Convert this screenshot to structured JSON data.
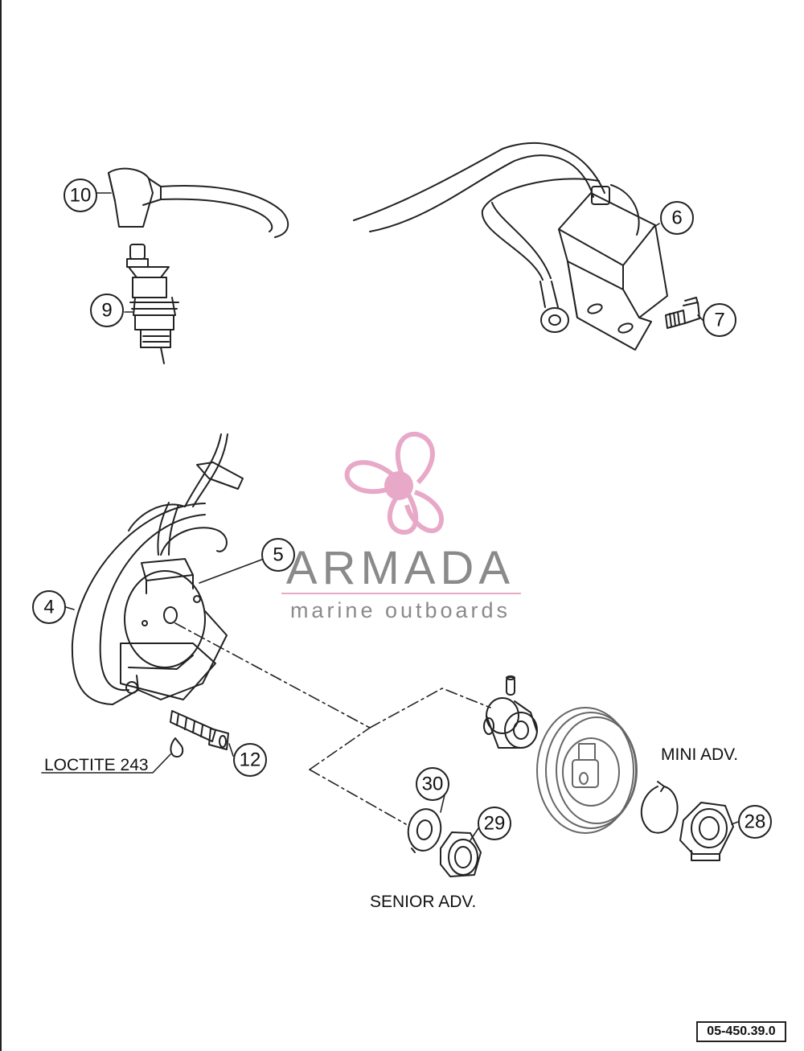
{
  "callouts": [
    {
      "id": "10",
      "part": "spark-plug-cap"
    },
    {
      "id": "9",
      "part": "spark-plug"
    },
    {
      "id": "6",
      "part": "ignition-coil"
    },
    {
      "id": "7",
      "part": "coil-screw"
    },
    {
      "id": "5",
      "part": "stator-coil"
    },
    {
      "id": "4",
      "part": "stator-plate"
    },
    {
      "id": "12",
      "part": "stator-screw"
    },
    {
      "id": "30",
      "part": "washer"
    },
    {
      "id": "29",
      "part": "spacer-nut"
    },
    {
      "id": "28",
      "part": "rotor-nut"
    }
  ],
  "notes": {
    "loctite": "LOCTITE 243",
    "mini_adv": "MINI ADV.",
    "senior_adv": "SENIOR ADV."
  },
  "watermark": {
    "brand": "ARMADA",
    "tagline": "marine outboards",
    "colors": {
      "logo": "#e8a9c8",
      "text": "#8a8a8a",
      "rule": "#e8a9c8"
    }
  },
  "reference_code": "05-450.39.0"
}
